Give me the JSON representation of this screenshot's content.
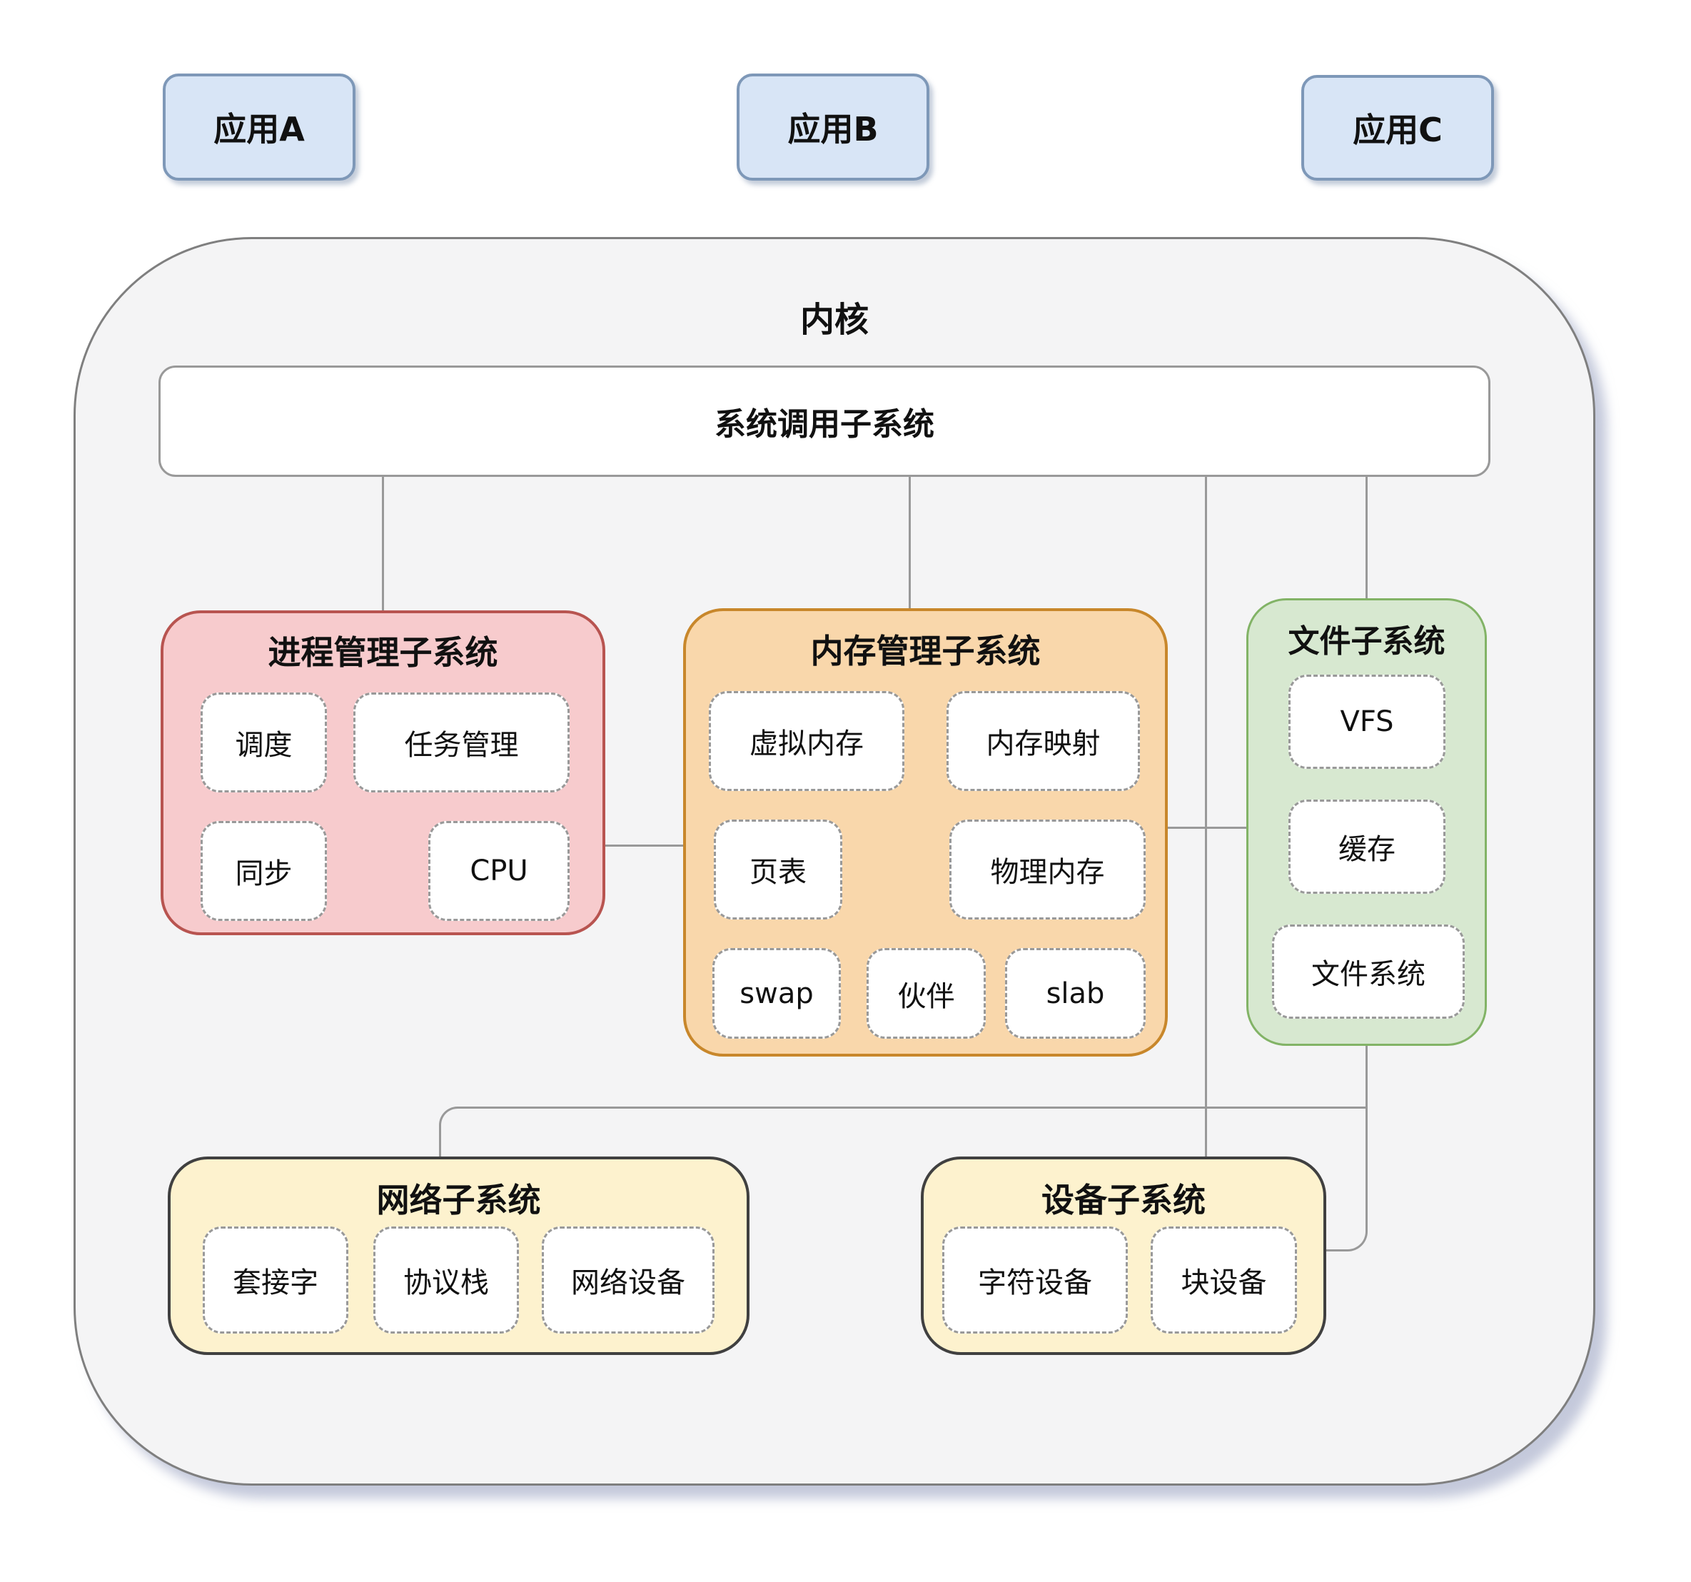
{
  "apps": [
    {
      "label": "应用A"
    },
    {
      "label": "应用B"
    },
    {
      "label": "应用C"
    }
  ],
  "kernel": {
    "title": "内核",
    "syscall_bar": {
      "label": "系统调用子系统"
    },
    "subsystems": {
      "process": {
        "title": "进程管理子系统",
        "items": [
          "调度",
          "任务管理",
          "同步",
          "CPU"
        ]
      },
      "memory": {
        "title": "内存管理子系统",
        "items": [
          "虚拟内存",
          "内存映射",
          "页表",
          "物理内存",
          "swap",
          "伙伴",
          "slab"
        ]
      },
      "file": {
        "title": "文件子系统",
        "items": [
          "VFS",
          "缓存",
          "文件系统"
        ]
      },
      "network": {
        "title": "网络子系统",
        "items": [
          "套接字",
          "协议栈",
          "网络设备"
        ]
      },
      "device": {
        "title": "设备子系统",
        "items": [
          "字符设备",
          "块设备"
        ]
      }
    }
  },
  "colors": {
    "app_fill": "#d8e5f6",
    "app_border": "#7e98b8",
    "kernel_fill": "#f4f4f5",
    "kernel_border": "#7f7f7f",
    "bar_fill": "#ffffff",
    "bar_border": "#999999",
    "process_fill": "#f7cbcd",
    "process_border": "#b85450",
    "memory_fill": "#f9d7ab",
    "memory_border": "#c8872b",
    "file_fill": "#d7e8d0",
    "file_border": "#82b366",
    "network_fill": "#fdf2ce",
    "network_border": "#404040",
    "dashed_border": "#999999",
    "connector": "#999999",
    "text": "#111111"
  }
}
